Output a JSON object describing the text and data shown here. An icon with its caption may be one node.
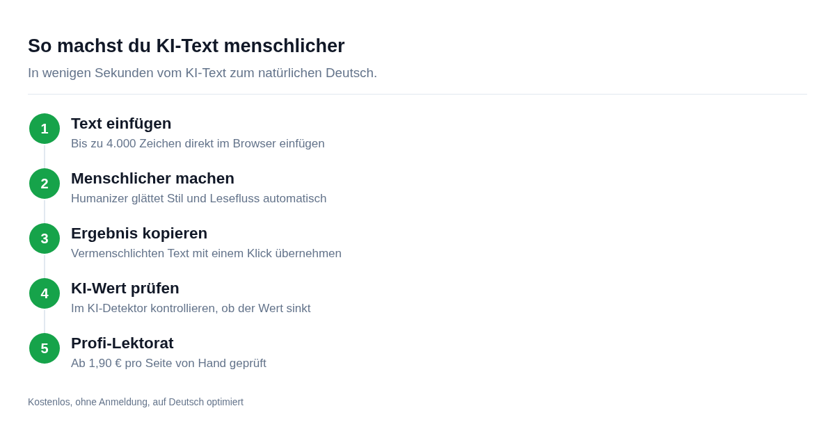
{
  "diagram": {
    "title": "So machst du KI-Text menschlicher",
    "nodes": [
      {
        "text": [
          "1"
        ],
        "beside": [
          "Text einfügen",
          "Bis zu 4.000 Zeichen direkt im Browser einfügen"
        ]
      },
      {
        "text": [
          "2"
        ],
        "beside": [
          "Menschlicher machen",
          "Humanizer glättet Stil und Lesefluss automatisch"
        ]
      },
      {
        "text": [
          "3"
        ],
        "beside": [
          "Ergebnis kopieren",
          "Vermenschlichten Text mit einem Klick übernehmen"
        ]
      },
      {
        "text": [
          "4"
        ],
        "beside": [
          "KI-Wert prüfen",
          "Im KI-Detektor kontrollieren, ob der Wert sinkt"
        ]
      },
      {
        "text": [
          "5"
        ],
        "beside": [
          "Profi-Lektorat",
          "Ab 1,90 € pro Seite von Hand geprüft"
        ]
      }
    ],
    "edges": [
      {
        "from": 0,
        "to": 1,
        "arrow": "none"
      },
      {
        "from": 1,
        "to": 2,
        "arrow": "none"
      },
      {
        "from": 2,
        "to": 3,
        "arrow": "none"
      },
      {
        "from": 3,
        "to": 4,
        "arrow": "none"
      }
    ],
    "labels": [
      "In wenigen Sekunden vom KI-Text zum natürlichen Deutsch.",
      "Kostenlos, ohne Anmeldung, auf Deutsch optimiert"
    ]
  }
}
